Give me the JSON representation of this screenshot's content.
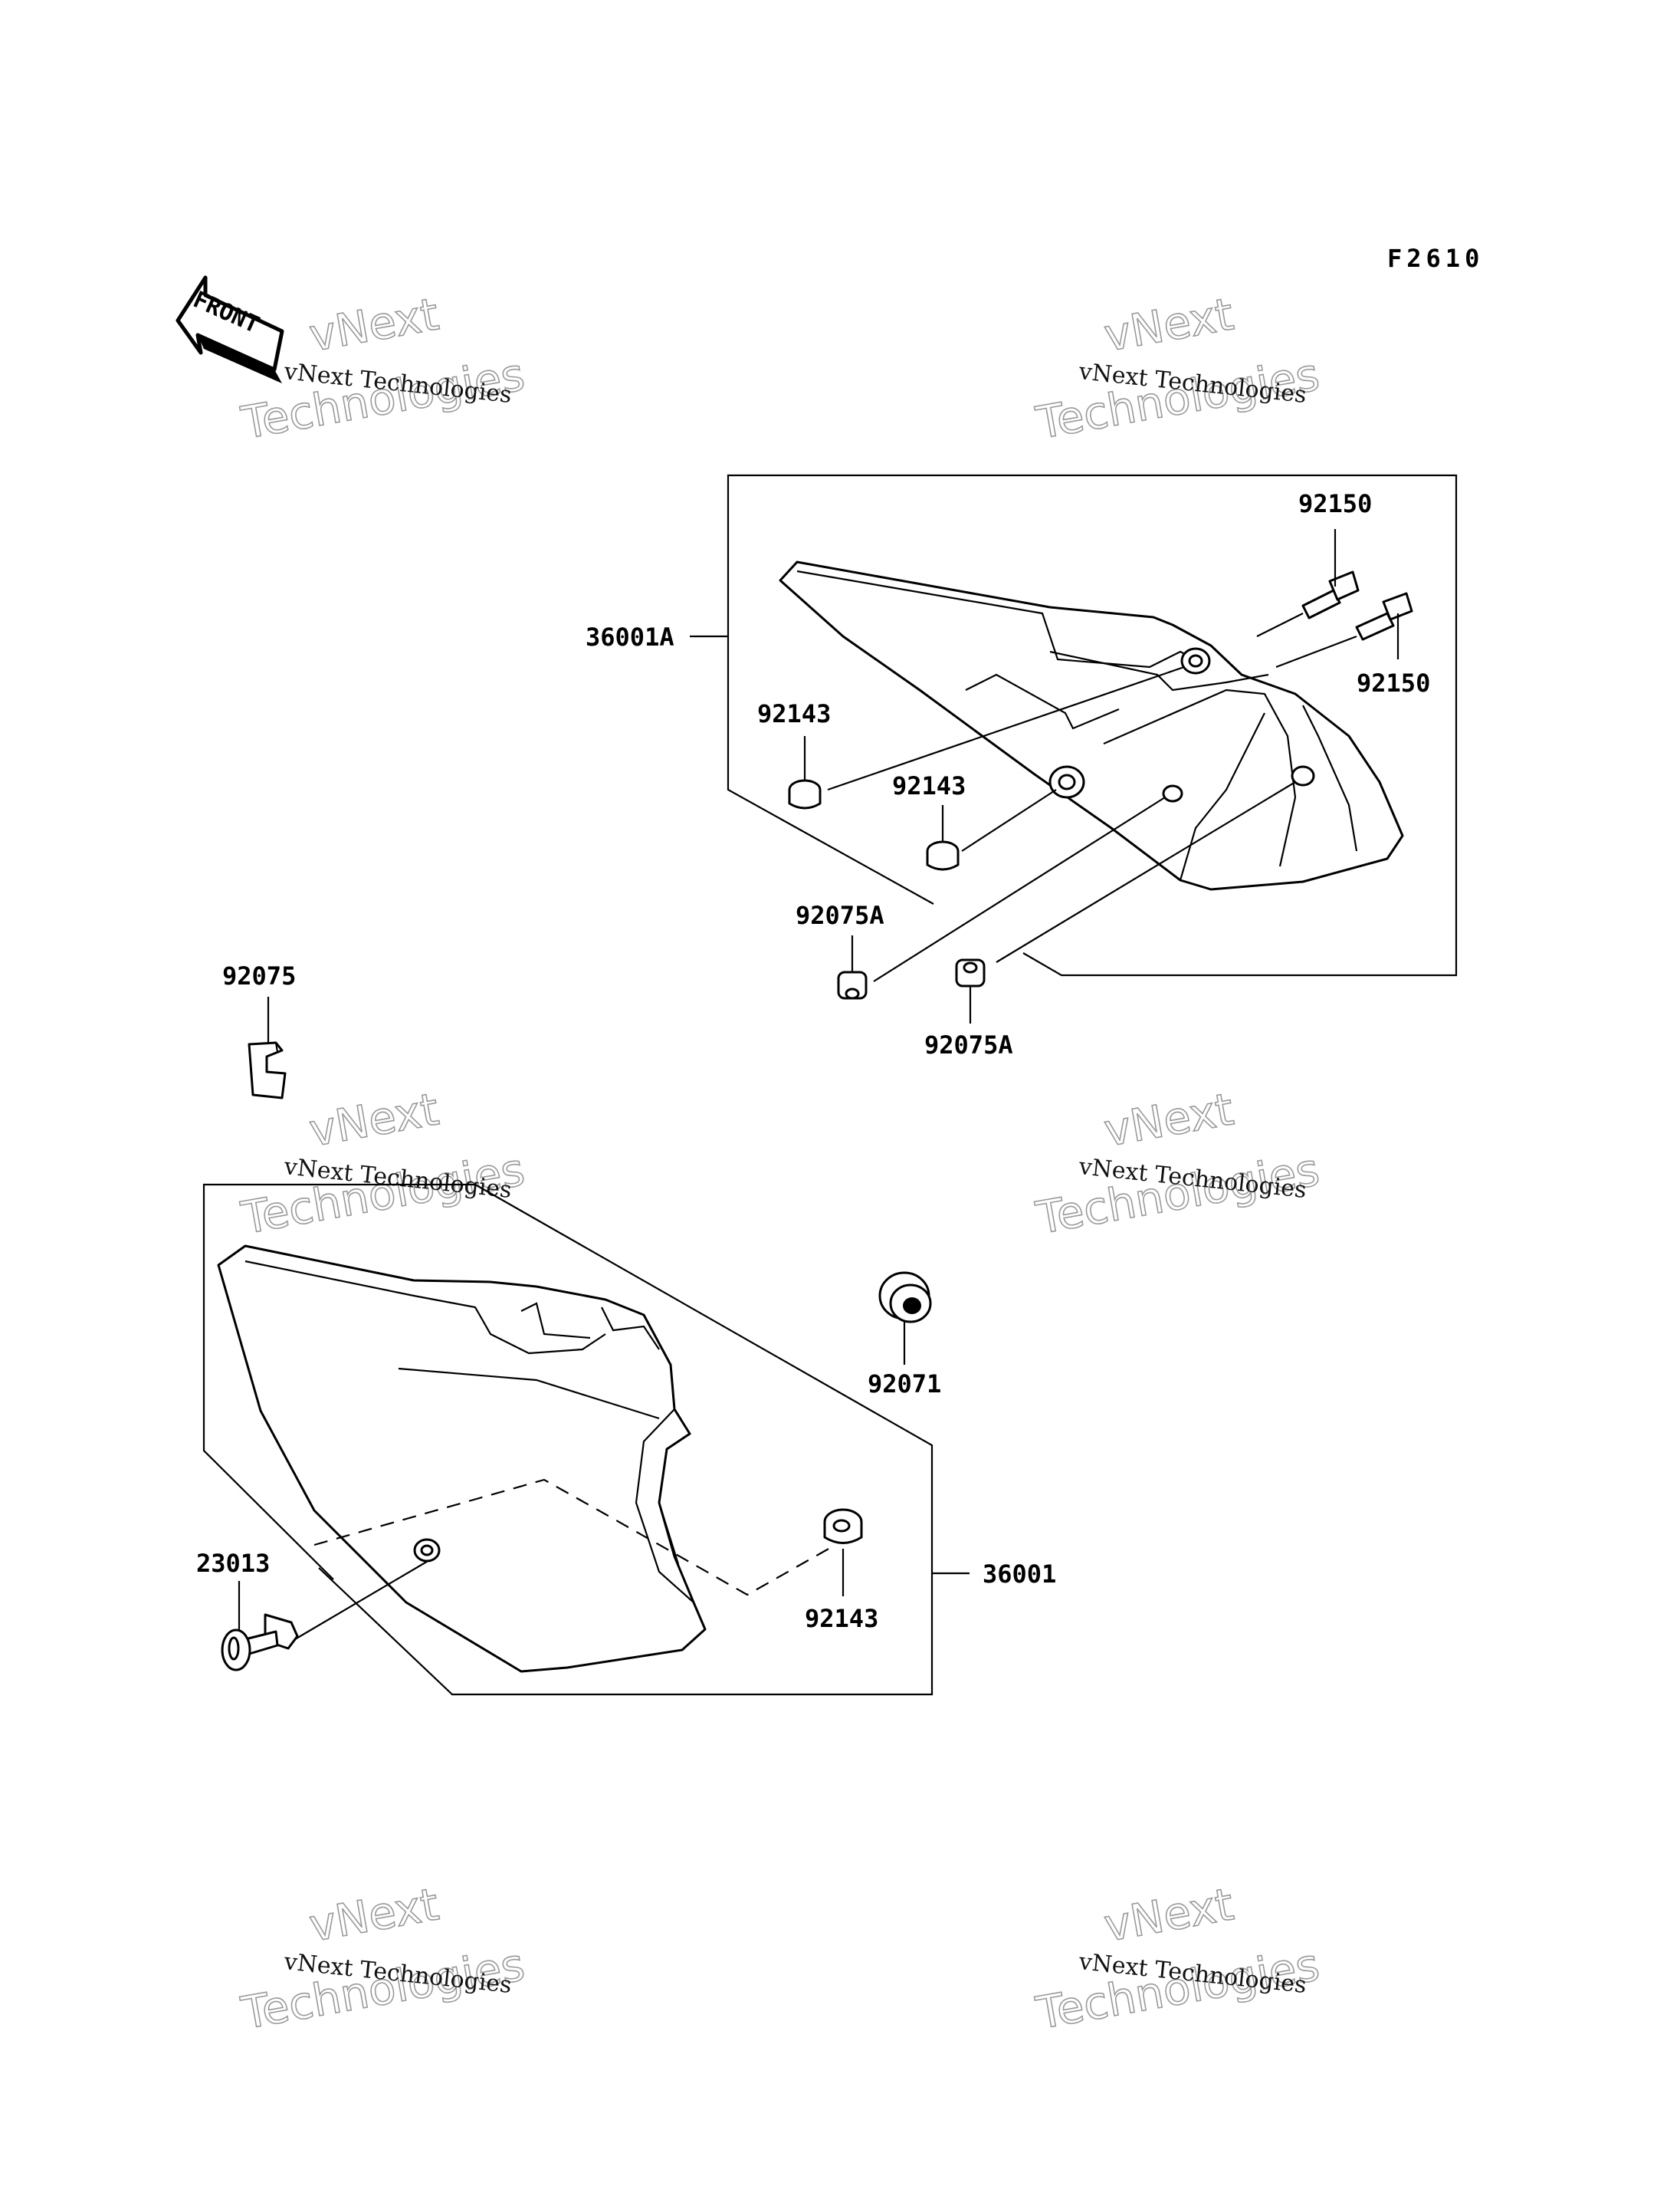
{
  "figure_code": "F2610",
  "front_arrow": {
    "text": "FRONT",
    "icon": "front-direction-arrow-icon"
  },
  "watermark": {
    "line1": "vNext",
    "line2": "Technologies",
    "caption": "vNext Technologies"
  },
  "callouts": {
    "upper_cover_assembly": "36001A",
    "bolt_top": "92150",
    "bolt_right": "92150",
    "grommet_upper_left": "92143",
    "grommet_upper_mid": "92143",
    "collar_left": "92075A",
    "collar_right": "92075A",
    "clip": "92075",
    "damper": "92071",
    "lower_cover": "36001",
    "lower_grommet": "92143",
    "quick_fastener": "23013"
  }
}
